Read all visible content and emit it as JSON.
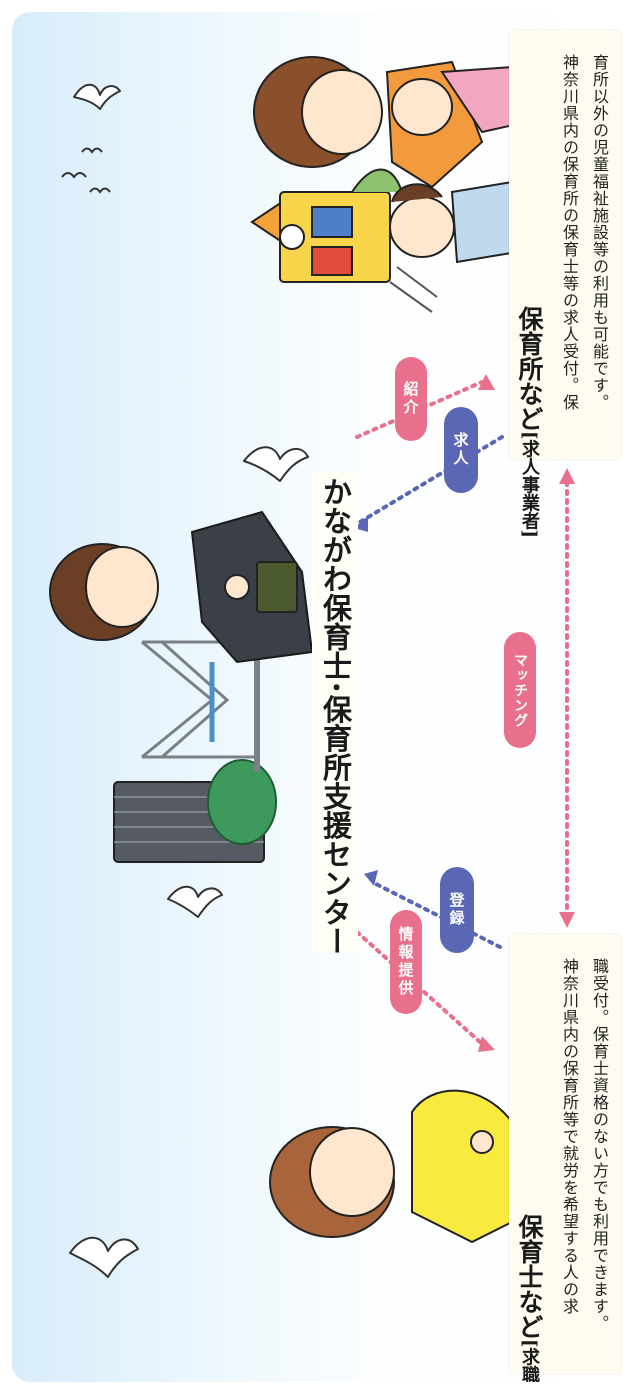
{
  "center": {
    "title": "かながわ保育士･保育所支援センター"
  },
  "seeker": {
    "title": "保育士など",
    "role_tag": "[求職者]",
    "desc_line1": "神奈川県内の保育所等で就労を希望する人の求",
    "desc_line2": "職受付。保育士資格のない方でも利用できます。"
  },
  "employer": {
    "title": "保育所など",
    "role_tag": "[求人事業者]",
    "desc_line1": "神奈川県内の保育所の保育士等の求人受付。保",
    "desc_line2": "育所以外の児童福祉施設等の利用も可能です。"
  },
  "labels": {
    "info": "情報提供",
    "register": "登録",
    "introduce": "紹介",
    "job_offer": "求人",
    "matching": "マッチング"
  },
  "colors": {
    "pink": "#e8708c",
    "blue": "#5a67b4",
    "box": "#fefcf0",
    "sky": "#d7ecfa"
  }
}
